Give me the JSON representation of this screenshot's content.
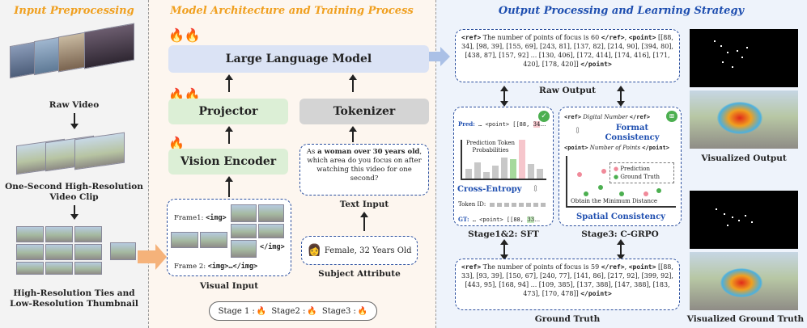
{
  "panels": {
    "input": "Input Preprocessing",
    "model": "Model Architecture and Training Process",
    "output": "Output Processing and Learning Strategy"
  },
  "colors": {
    "orange_title": "#f0a020",
    "blue_title": "#1f4fb0",
    "llm_bg": "#dbe3f5",
    "green_bg": "#dcefd6",
    "gray_bg": "#d4d4d4",
    "dash": "#2b4f9e",
    "left_bg": "#f3f3f3",
    "mid_bg": "#fdf6ef",
    "right_bg": "#eef3fb"
  },
  "input": {
    "raw_video": "Raw Video",
    "clip": [
      "One-Second High-Resolution",
      "Video Clip"
    ],
    "tiles": [
      "High-Resolution Ties and",
      "Low-Resolution Thumbnail"
    ]
  },
  "model": {
    "llm": "Large Language Model",
    "projector": "Projector",
    "tokenizer": "Tokenizer",
    "vision_encoder": "Vision Encoder",
    "question_pre": "As ",
    "question_bold": "a woman over 30 years old",
    "question_post": ", which area do you focus on after watching this video for one second?",
    "text_input": "Text Input",
    "frame1": "Frame1: ",
    "frame2": "Frame 2: ",
    "img_open": "<img>",
    "img_close": "</img>",
    "img_pair": "<img>…</img>",
    "visual_input": "Visual Input",
    "subject": "Female, 32 Years Old",
    "subject_attr": "Subject Attribute",
    "stage1": "Stage 1 : ",
    "stage2": "Stage2 : ",
    "stage3": "Stage3 : "
  },
  "output": {
    "raw": {
      "ref_open": "<ref>",
      "ref_text": " The number of points of focus is 60 ",
      "ref_close": "</ref>",
      "point_open": "<point>",
      "coords": " [[88, 34], [98, 39], [155, 69], [243, 81], [137, 82], [214, 90], [394, 80], [438, 87], [157, 92] ... [130, 406], [172, 414], [174, 416], [171, 420], [178, 420]] ",
      "point_close": "</point>"
    },
    "raw_output": "Raw Output",
    "pred_label": "Pred:",
    "pred_text": " … <point> [[88, ",
    "pred_num": "34",
    "pred_end": "…",
    "pred_prob": [
      "Prediction Token",
      "Probabilities"
    ],
    "cross_entropy": "Cross-Entropy",
    "token_id": "Token ID:",
    "gt_label": "GT:",
    "gt_text": " … <point> [[88, ",
    "gt_num": "33",
    "gt_end": "…",
    "stage12": "Stage1&2: SFT",
    "fmt_line1_a": "<ref>",
    "fmt_line1_b": " Digital Number ",
    "fmt_line1_c": "</ref>",
    "format_consistency": [
      "Format",
      "Consistency"
    ],
    "fmt_line2_a": "<point>",
    "fmt_line2_b": " Number of Points ",
    "fmt_line2_c": "</point>",
    "legend_pred": "Prediction",
    "legend_gt": "Ground Truth",
    "min_dist": "Obtain the Minimum Distance",
    "spatial": "Spatial Consistency",
    "stage3": "Stage3: C-GRPO",
    "gt_block": {
      "ref_open": "<ref>",
      "ref_text": " The number of points of focus is 59 ",
      "ref_close": "</ref>",
      "point_open": "<point>",
      "coords": " [[88, 33], [93, 39], [150, 67], [240, 77], [141, 86], [217, 92], [399, 92], [443, 95], [168, 94] ... [109, 385], [137, 388], [147, 388], [183, 473], [170, 478]] ",
      "point_close": "</point>"
    },
    "ground_truth": "Ground Truth",
    "visualized_output": "Visualized Output",
    "visualized_gt": "Visualized Ground Truth"
  }
}
